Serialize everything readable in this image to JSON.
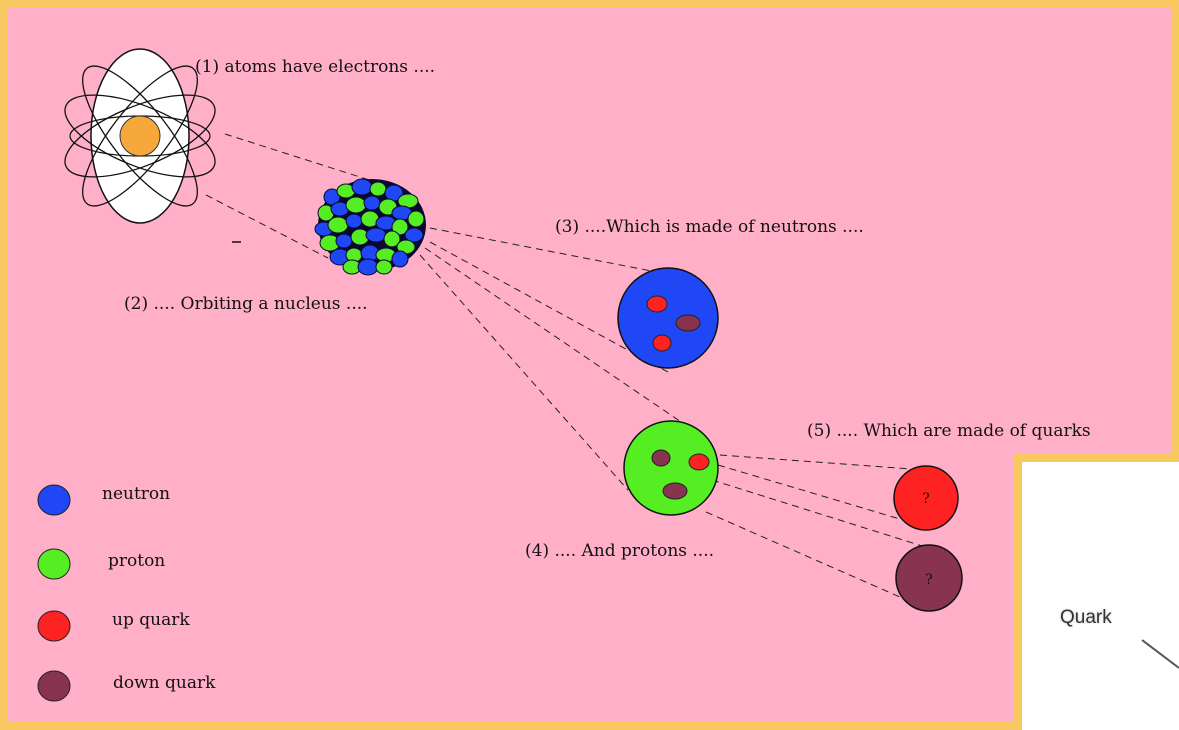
{
  "colors": {
    "background": "#ffb0c8",
    "border": "#f7c860",
    "neutron": "#1f47f5",
    "proton": "#55ee22",
    "up_quark": "#ff2222",
    "down_quark": "#883350",
    "electron_cloud": "#ffffff",
    "nucleus_core": "#f7a83a"
  },
  "captions": {
    "step1": "(1)  atoms have electrons ....",
    "step2": "(2)  ....  Orbiting a nucleus ....",
    "step3": "(3)  ....Which is made of neutrons ....",
    "step4": "(4)  ....  And protons ....",
    "step5": "(5)  ....  Which are made of quarks"
  },
  "legend": [
    {
      "label": "neutron",
      "color_key": "neutron",
      "icon": "blue-circle"
    },
    {
      "label": "proton",
      "color_key": "proton",
      "icon": "green-circle"
    },
    {
      "label": "up quark",
      "color_key": "up_quark",
      "icon": "red-circle"
    },
    {
      "label": "down quark",
      "color_key": "down_quark",
      "icon": "maroon-circle"
    }
  ],
  "quark_marks": {
    "up": "?",
    "down": "?"
  },
  "corner_label": "Quark"
}
